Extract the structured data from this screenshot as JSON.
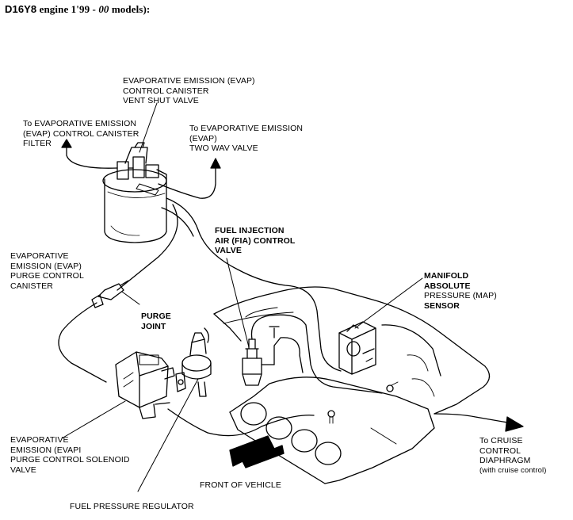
{
  "header": {
    "engine_code": "D16Y8",
    "engine_years": " engine 1'99 - ",
    "engine_years_italic": "00",
    "engine_suffix": " models):"
  },
  "labels": {
    "evap_vent_shut": [
      "EVAPORATIVE EMISSION (EVAP)",
      "CONTROL CANISTER",
      "VENT SHUT VALVE"
    ],
    "to_canister_filter": [
      "To EVAPORATIVE EMISSION",
      "(EVAP) CONTROL CANISTER",
      "FILTER"
    ],
    "to_two_way_valve": [
      "To EVAPORATIVE EMISSION",
      "(EVAP)",
      "TWO WAV VALVE"
    ],
    "purge_canister": [
      "EVAPORATIVE",
      "EMISSION (EVAP)",
      "PURGE CONTROL",
      "CANISTER"
    ],
    "fia_valve": [
      "FUEL INJECTION",
      "AIR (FIA) CONTROL",
      "VALVE"
    ],
    "map_sensor": [
      "MANIFOLD",
      "ABSOLUTE",
      "PRESSURE (MAP)",
      "SENSOR"
    ],
    "purge_joint": [
      "PURGE",
      "JOINT"
    ],
    "purge_solenoid": [
      "EVAPORATIVE",
      "EMISSION (EVAPI",
      "PURGE CONTROL SOLENOID",
      "VALVE"
    ],
    "cruise": [
      "To CRUISE",
      "CONTROL",
      "DIAPHRAGM",
      "(with cruise control)"
    ],
    "front_of_vehicle": "FRONT OF VEHICLE",
    "fuel_pressure_regulator": "FUEL PRESSURE REGULATOR"
  }
}
